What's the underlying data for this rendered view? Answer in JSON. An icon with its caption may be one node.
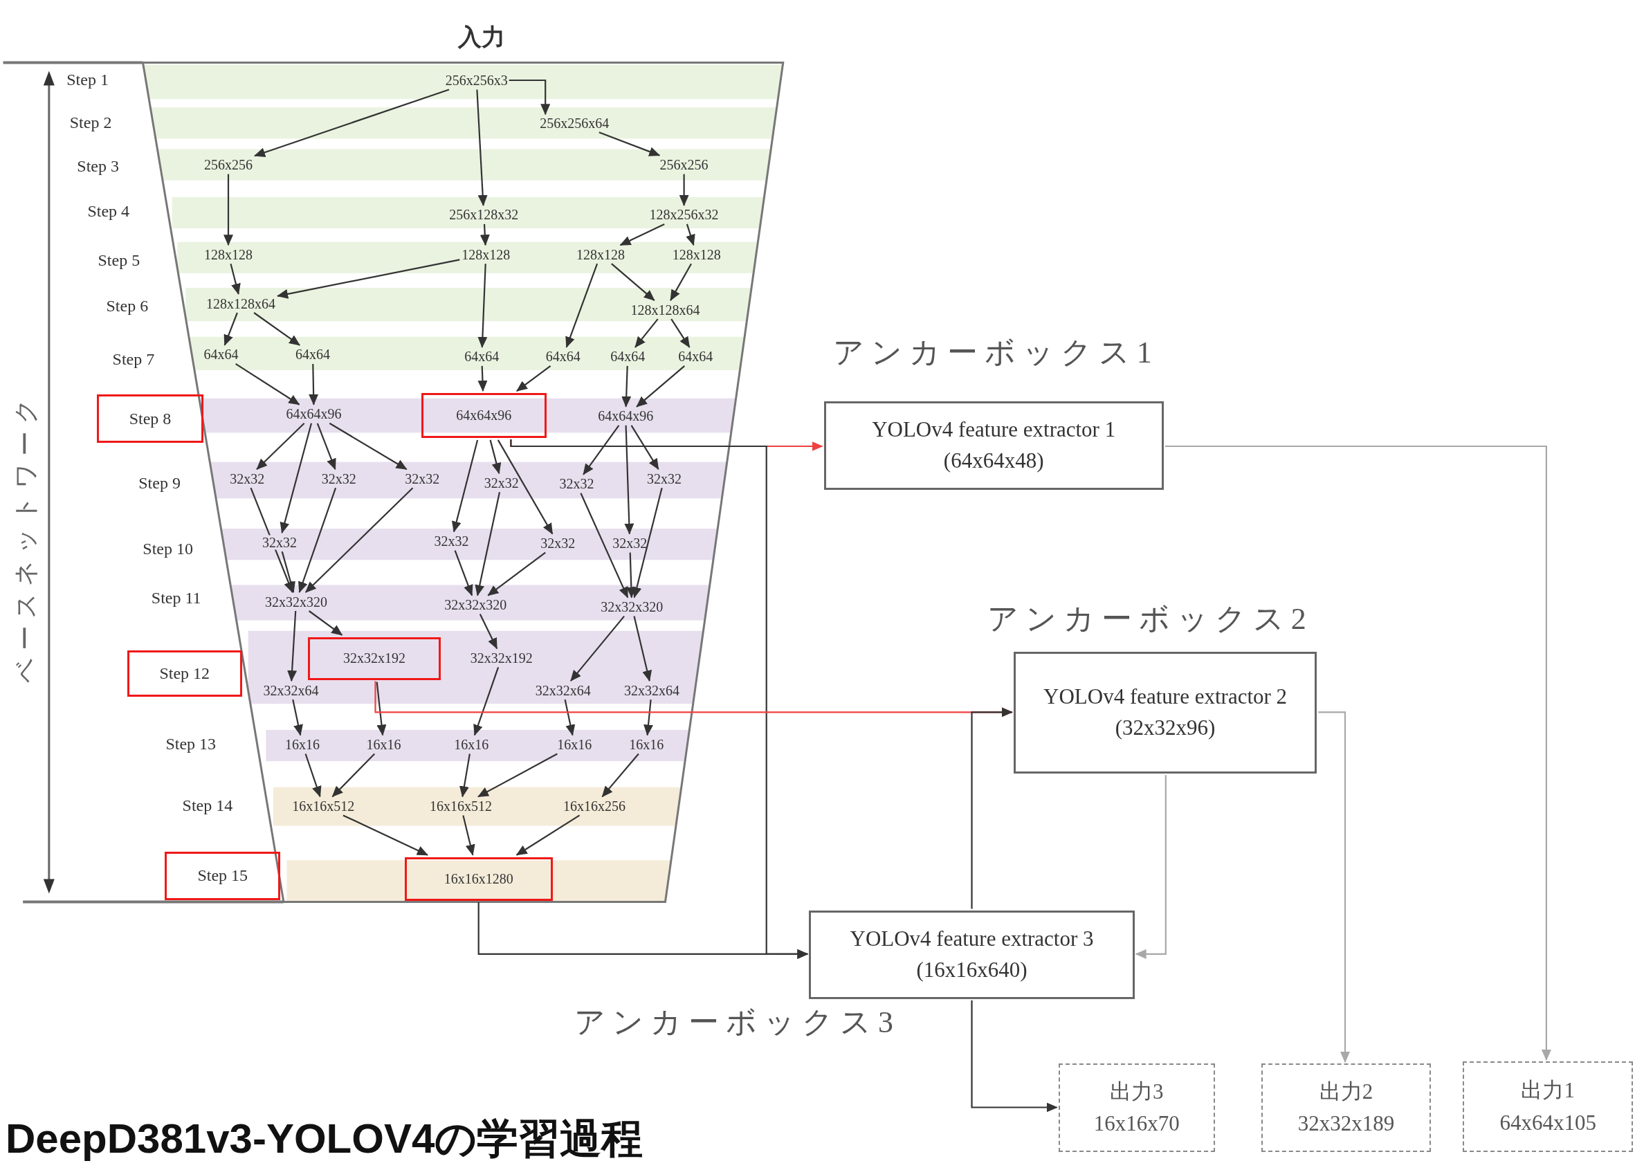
{
  "diagram": {
    "title": "DeepD381v3-YOLOV4の学習過程",
    "nodes": [
      {
        "text": [
          "256x256x3"
        ]
      },
      {
        "text": [
          "256x256x64"
        ]
      },
      {
        "text": [
          "256x256"
        ]
      },
      {
        "text": [
          "256x256"
        ]
      },
      {
        "text": [
          "256x128x32"
        ]
      },
      {
        "text": [
          "128x256x32"
        ]
      },
      {
        "text": [
          "128x128"
        ]
      },
      {
        "text": [
          "128x128"
        ]
      },
      {
        "text": [
          "128x128"
        ]
      },
      {
        "text": [
          "128x128"
        ]
      },
      {
        "text": [
          "128x128x64"
        ]
      },
      {
        "text": [
          "128x128x64"
        ]
      },
      {
        "text": [
          "64x64"
        ]
      },
      {
        "text": [
          "64x64"
        ]
      },
      {
        "text": [
          "64x64"
        ]
      },
      {
        "text": [
          "64x64"
        ]
      },
      {
        "text": [
          "64x64"
        ]
      },
      {
        "text": [
          "64x64"
        ]
      },
      {
        "text": [
          "64x64x96"
        ]
      },
      {
        "text": [
          "64x64x96"
        ]
      },
      {
        "text": [
          "64x64x96"
        ]
      },
      {
        "text": [
          "32x32"
        ]
      },
      {
        "text": [
          "32x32"
        ]
      },
      {
        "text": [
          "32x32"
        ]
      },
      {
        "text": [
          "32x32"
        ]
      },
      {
        "text": [
          "32x32"
        ]
      },
      {
        "text": [
          "32x32"
        ]
      },
      {
        "text": [
          "32x32"
        ]
      },
      {
        "text": [
          "32x32"
        ]
      },
      {
        "text": [
          "32x32"
        ]
      },
      {
        "text": [
          "32x32"
        ]
      },
      {
        "text": [
          "32x32x320"
        ]
      },
      {
        "text": [
          "32x32x320"
        ]
      },
      {
        "text": [
          "32x32x320"
        ]
      },
      {
        "text": [
          "32x32x192"
        ]
      },
      {
        "text": [
          "32x32x192"
        ]
      },
      {
        "text": [
          "32x32x64"
        ]
      },
      {
        "text": [
          "32x32x64"
        ]
      },
      {
        "text": [
          "32x32x64"
        ]
      },
      {
        "text": [
          "16x16"
        ]
      },
      {
        "text": [
          "16x16"
        ]
      },
      {
        "text": [
          "16x16"
        ]
      },
      {
        "text": [
          "16x16"
        ]
      },
      {
        "text": [
          "16x16"
        ]
      },
      {
        "text": [
          "16x16x512"
        ]
      },
      {
        "text": [
          "16x16x512"
        ]
      },
      {
        "text": [
          "16x16x256"
        ]
      },
      {
        "text": [
          "16x16x1280"
        ]
      },
      {
        "text": [
          "YOLOv4 feature extractor 1 (64x64x48)"
        ],
        "beside": [
          "アンカーボックス1"
        ]
      },
      {
        "text": [
          "YOLOv4 feature extractor 2 (32x32x96)"
        ],
        "beside": [
          "アンカーボックス2"
        ]
      },
      {
        "text": [
          "YOLOv4 feature extractor 3 (16x16x640)"
        ],
        "beside": [
          "アンカーボックス3"
        ]
      },
      {
        "text": [
          "出力3",
          "16x16x70"
        ]
      },
      {
        "text": [
          "出力2",
          "32x32x189"
        ]
      },
      {
        "text": [
          "出力1",
          "64x64x105"
        ]
      },
      {
        "text": [
          "Step 8"
        ]
      },
      {
        "text": [
          "Step 12"
        ]
      },
      {
        "text": [
          "Step 15"
        ]
      }
    ],
    "edges": [
      {
        "from": 0,
        "to": 1,
        "arrow": "to"
      },
      {
        "from": 0,
        "to": 2,
        "arrow": "to"
      },
      {
        "from": 0,
        "to": 4,
        "arrow": "to"
      },
      {
        "from": 1,
        "to": 3,
        "arrow": "to"
      },
      {
        "from": 3,
        "to": 5,
        "arrow": "to"
      },
      {
        "from": 5,
        "to": 8,
        "arrow": "to"
      },
      {
        "from": 5,
        "to": 9,
        "arrow": "to"
      },
      {
        "from": 2,
        "to": 6,
        "arrow": "to"
      },
      {
        "from": 6,
        "to": 10,
        "arrow": "to"
      },
      {
        "from": 7,
        "to": 10,
        "arrow": "to"
      },
      {
        "from": 4,
        "to": 7,
        "arrow": "to"
      },
      {
        "from": 8,
        "to": 15,
        "arrow": "to"
      },
      {
        "from": 8,
        "to": 11,
        "arrow": "to"
      },
      {
        "from": 9,
        "to": 11,
        "arrow": "to"
      },
      {
        "from": 10,
        "to": 12,
        "arrow": "to"
      },
      {
        "from": 10,
        "to": 13,
        "arrow": "to"
      },
      {
        "from": 7,
        "to": 14,
        "arrow": "to"
      },
      {
        "from": 11,
        "to": 16,
        "arrow": "to"
      },
      {
        "from": 11,
        "to": 17,
        "arrow": "to"
      },
      {
        "from": 12,
        "to": 18,
        "arrow": "to"
      },
      {
        "from": 13,
        "to": 18,
        "arrow": "to"
      },
      {
        "from": 14,
        "to": 19,
        "arrow": "to"
      },
      {
        "from": 15,
        "to": 19,
        "arrow": "to"
      },
      {
        "from": 16,
        "to": 20,
        "arrow": "to"
      },
      {
        "from": 17,
        "to": 20,
        "arrow": "to"
      },
      {
        "from": 18,
        "to": 21,
        "arrow": "to"
      },
      {
        "from": 18,
        "to": 22,
        "arrow": "to"
      },
      {
        "from": 18,
        "to": 23,
        "arrow": "to"
      },
      {
        "from": 18,
        "to": 27,
        "arrow": "to"
      },
      {
        "from": 19,
        "to": 28,
        "arrow": "to"
      },
      {
        "from": 19,
        "to": 24,
        "arrow": "to"
      },
      {
        "from": 19,
        "to": 29,
        "arrow": "to"
      },
      {
        "from": 20,
        "to": 25,
        "arrow": "to"
      },
      {
        "from": 20,
        "to": 30,
        "arrow": "to"
      },
      {
        "from": 20,
        "to": 26,
        "arrow": "to"
      },
      {
        "from": 21,
        "to": 31,
        "arrow": "to"
      },
      {
        "from": 22,
        "to": 31,
        "arrow": "to"
      },
      {
        "from": 23,
        "to": 31,
        "arrow": "to"
      },
      {
        "from": 27,
        "to": 31,
        "arrow": "to"
      },
      {
        "from": 24,
        "to": 32,
        "arrow": "to"
      },
      {
        "from": 28,
        "to": 32,
        "arrow": "to"
      },
      {
        "from": 29,
        "to": 32,
        "arrow": "to"
      },
      {
        "from": 25,
        "to": 33,
        "arrow": "to"
      },
      {
        "from": 30,
        "to": 33,
        "arrow": "to"
      },
      {
        "from": 26,
        "to": 33,
        "arrow": "to"
      },
      {
        "from": 31,
        "to": 34,
        "arrow": "to"
      },
      {
        "from": 31,
        "to": 36,
        "arrow": "to"
      },
      {
        "from": 32,
        "to": 35,
        "arrow": "to"
      },
      {
        "from": 33,
        "to": 37,
        "arrow": "to"
      },
      {
        "from": 33,
        "to": 38,
        "arrow": "to"
      },
      {
        "from": 36,
        "to": 39,
        "arrow": "to"
      },
      {
        "from": 34,
        "to": 40,
        "arrow": "to"
      },
      {
        "from": 35,
        "to": 41,
        "arrow": "to"
      },
      {
        "from": 37,
        "to": 42,
        "arrow": "to"
      },
      {
        "from": 38,
        "to": 43,
        "arrow": "to"
      },
      {
        "from": 39,
        "to": 44,
        "arrow": "to"
      },
      {
        "from": 40,
        "to": 44,
        "arrow": "to"
      },
      {
        "from": 41,
        "to": 45,
        "arrow": "to"
      },
      {
        "from": 42,
        "to": 45,
        "arrow": "to"
      },
      {
        "from": 43,
        "to": 46,
        "arrow": "to"
      },
      {
        "from": 44,
        "to": 47,
        "arrow": "to"
      },
      {
        "from": 45,
        "to": 47,
        "arrow": "to"
      },
      {
        "from": 46,
        "to": 47,
        "arrow": "to"
      },
      {
        "from": 19,
        "to": 48,
        "arrow": "to",
        "color": "#f04040"
      },
      {
        "from": 19,
        "to": 50,
        "arrow": "to"
      },
      {
        "from": 34,
        "to": 49,
        "arrow": "to",
        "color": "#f04040"
      },
      {
        "from": 47,
        "to": 50,
        "arrow": "to"
      },
      {
        "from": 50,
        "to": 49,
        "arrow": "to"
      },
      {
        "from": 50,
        "to": 51,
        "arrow": "to"
      },
      {
        "from": 49,
        "to": 50,
        "arrow": "to",
        "color": "#a8a8a8"
      },
      {
        "from": 49,
        "to": 52,
        "arrow": "to",
        "color": "#a8a8a8"
      },
      {
        "from": 48,
        "to": 53,
        "arrow": "to",
        "color": "#a8a8a8"
      }
    ],
    "labels": [
      "入力",
      "Step 1",
      "Step 2",
      "Step 3",
      "Step 4",
      "Step 5",
      "Step 6",
      "Step 7",
      "Step 9",
      "Step 10",
      "Step 11",
      "Step 13",
      "Step 14",
      "ベースネットワーク"
    ]
  }
}
